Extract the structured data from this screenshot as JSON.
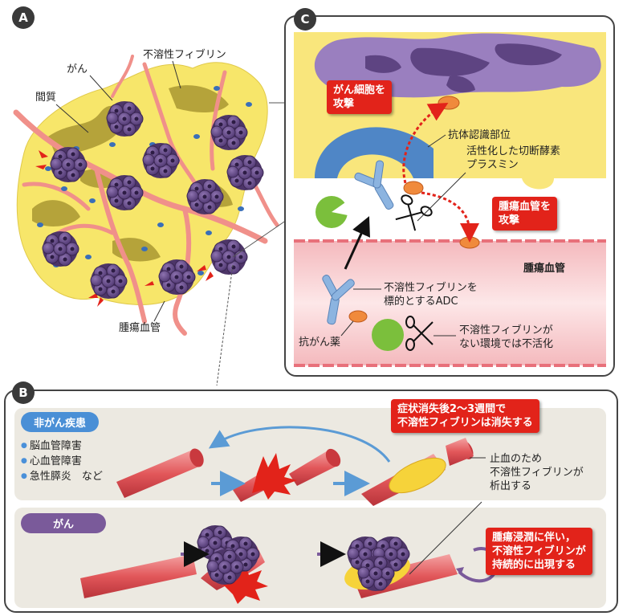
{
  "panels": {
    "a": {
      "badge": "A"
    },
    "b": {
      "badge": "B"
    },
    "c": {
      "badge": "C"
    }
  },
  "panel_a": {
    "label_fibrin": "不溶性フィブリン",
    "label_cancer": "がん",
    "label_stroma": "間質",
    "label_vessel": "腫瘍血管"
  },
  "panel_c": {
    "callout_attack_cancer": "がん細胞を\n攻撃",
    "label_epitope": "抗体認識部位",
    "label_enzyme": "活性化した切断酵素\nプラスミン",
    "callout_attack_vessel": "腫瘍血管を\n攻撃",
    "label_tumor_vessel": "腫瘍血管",
    "label_adc": "不溶性フィブリンを\n標的とするADC",
    "label_drug": "抗がん薬",
    "label_inactive": "不溶性フィブリンが\nない環境では不活化"
  },
  "panel_b": {
    "pill_non_cancer": "非がん疾患",
    "non_cancer_items": [
      "脳血管障害",
      "心血管障害",
      "急性膵炎　など"
    ],
    "callout_disappear": "症状消失後2〜3週間で\n不溶性フィブリンは消失する",
    "label_hemostasis": "止血のため\n不溶性フィブリンが\n析出する",
    "pill_cancer": "がん",
    "callout_persist": "腫瘍浸潤に伴い，\n不溶性フィブリンが\n持続的に出現する"
  },
  "colors": {
    "badge": "#3a3a3a",
    "callout_red": "#e2231a",
    "fibrin_yellow": "#f7e66a",
    "stroma_olive": "#b5a33a",
    "vessel_pink": "#f0908a",
    "cancer_purple": "#6a4c8c",
    "antibody_blue": "#8cb4e0",
    "pill_blue": "#4a8fd6",
    "pill_purple": "#7a5a9a",
    "panel_gray": "#ece9e1"
  }
}
